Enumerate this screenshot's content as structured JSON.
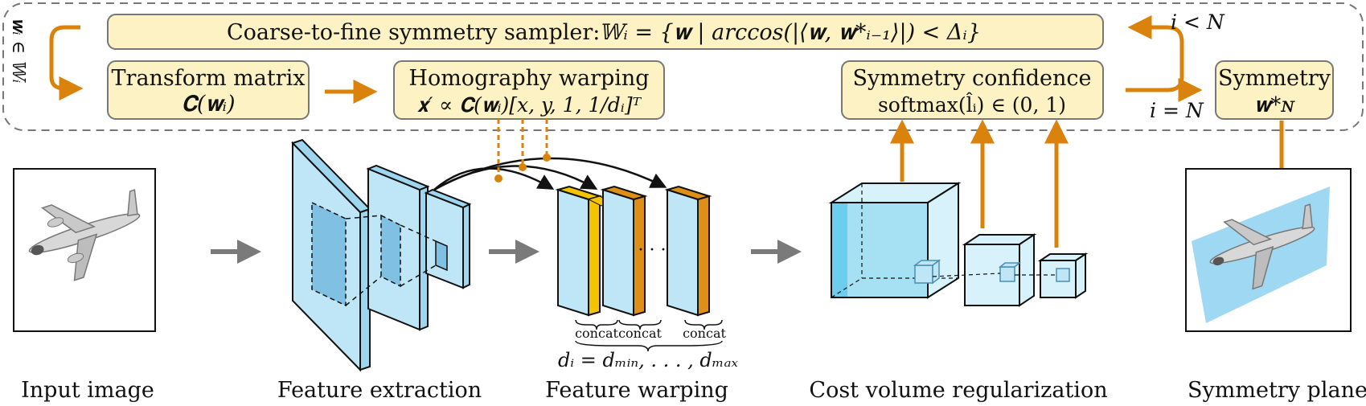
{
  "sampler": {
    "label": "Coarse-to-fine symmetry sampler:",
    "formula": "𝕎ᵢ = {𝐰 | arccos(|⟨𝐰, 𝐰*ᵢ₋₁⟩|) < Δᵢ}"
  },
  "loop_left": "𝐰ᵢ ∈ 𝕎ᵢ",
  "loop_right_top": "i < N",
  "loop_right_bottom": "i = N",
  "transform": {
    "title": "Transform matrix",
    "formula": "𝐂(𝐰ᵢ)"
  },
  "homography": {
    "title": "Homography warping",
    "formula": "𝐱′ ∝ 𝐂(𝐰ᵢ)[x, y, 1, 1/dᵢ]ᵀ"
  },
  "confidence": {
    "title": "Symmetry confidence",
    "formula": "softmax(l̂ᵢ) ∈ (0, 1)"
  },
  "symmetry_out": {
    "title": "Symmetry",
    "formula": "𝐰*ɴ"
  },
  "concat_labels": [
    "concat",
    "concat",
    "concat"
  ],
  "ellipsis": "· · ·",
  "depth_range": "dᵢ = dₘᵢₙ, . . . , dₘₐₓ",
  "captions": {
    "input": "Input image",
    "extraction": "Feature extraction",
    "warping": "Feature warping",
    "regularization": "Cost volume regularization",
    "plane": "Symmetry plane"
  },
  "colors": {
    "box_fill": "#fdf2c3",
    "orange": "#d9820c",
    "feature_blue": "#bfe6f7",
    "feature_yellow": "#f5c400",
    "feature_orange": "#e08f16",
    "gray_arrow": "#7a7a7a"
  }
}
